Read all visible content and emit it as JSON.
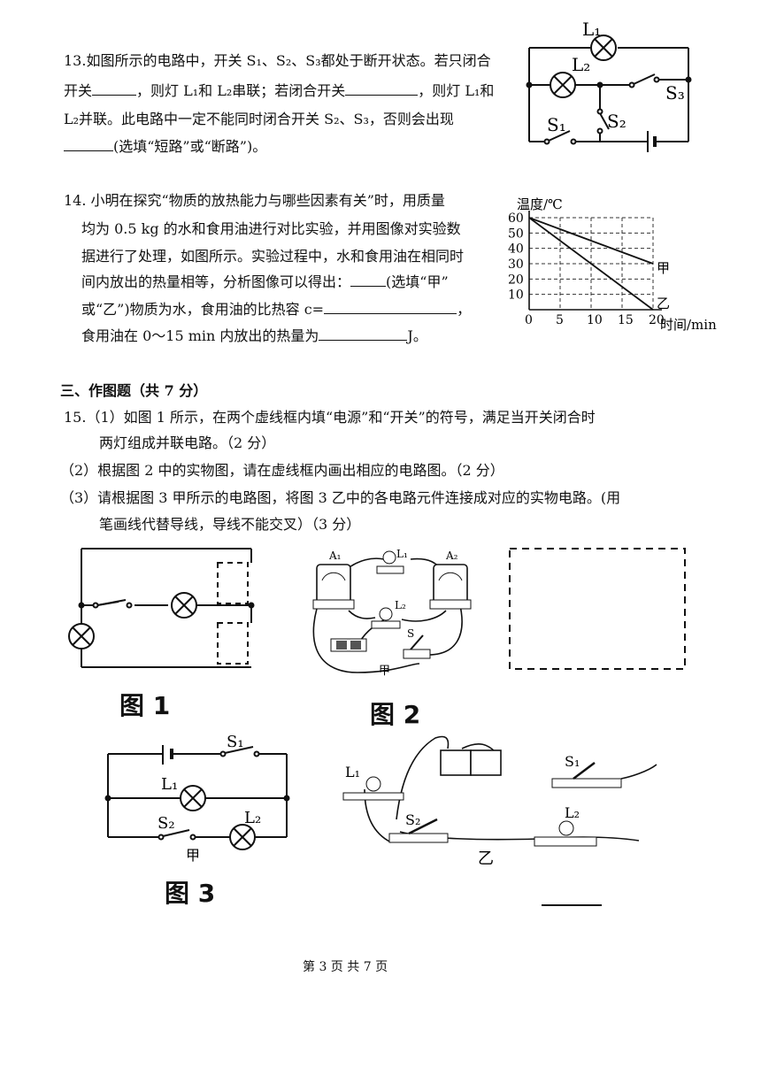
{
  "q13": {
    "line1": "13.如图所示的电路中，开关 S₁、S₂、S₃都处于断开状态。若只闭合",
    "line2a": "开关",
    "line2b": "，则灯 L₁和 L₂串联；若闭合开关",
    "line2c": "，则灯 L₁和",
    "line3": "L₂并联。此电路中一定不能同时闭合开关 S₂、S₃，否则会出现",
    "line4": "(选填“短路”或“断路”)。",
    "figure": {
      "l1": "L₁",
      "l2": "L₂",
      "s1": "S₁",
      "s2": "S₂",
      "s3": "S₃"
    }
  },
  "q14": {
    "line1": "14.  小明在探究“物质的放热能力与哪些因素有关”时，用质量",
    "line2": "均为 0.5 kg 的水和食用油进行对比实验，并用图像对实验数",
    "line3": "据进行了处理，如图所示。实验过程中，水和食用油在相同时",
    "line4a": "间内放出的热量相等，分析图像可以得出：",
    "line4b": "(选填“甲”",
    "line5a": "或“乙”)物质为水，食用油的比热容 c=",
    "line5b": "，",
    "line6a": "食用油在 0～15 min 内放出的热量为",
    "line6b": "J。"
  },
  "chart_data": {
    "type": "line",
    "ylabel": "温度/℃",
    "xlabel": "时间/min",
    "x_ticks": [
      "0",
      "5",
      "10",
      "15",
      "20"
    ],
    "y_ticks": [
      "10",
      "20",
      "30",
      "40",
      "50",
      "60"
    ],
    "xlim": [
      0,
      20
    ],
    "ylim": [
      0,
      60
    ],
    "grid": true,
    "series": [
      {
        "name": "甲",
        "x": [
          0,
          20
        ],
        "y": [
          60,
          30
        ]
      },
      {
        "name": "乙",
        "x": [
          0,
          20
        ],
        "y": [
          60,
          0
        ]
      }
    ]
  },
  "section3": {
    "title": "三、作图题（共 7 分）"
  },
  "q15": {
    "p1a": "15.（1）如图 1 所示，在两个虚线框内填“电源”和“开关”的符号，满足当开关闭合时",
    "p1b": "两灯组成并联电路。（2 分）",
    "p2": "（2）根据图 2 中的实物图，请在虚线框内画出相应的电路图。（2 分）",
    "p3a": "（3）请根据图 3 甲所示的电路图，将图 3 乙中的各电路元件连接成对应的实物电路。(用",
    "p3b": "笔画线代替导线，导线不能交叉）（3 分）"
  },
  "fig1": {
    "caption": "图 1"
  },
  "fig2": {
    "caption": "图 2",
    "a1": "A₁",
    "a2": "A₂",
    "l1": "L₁",
    "l2": "L₂",
    "s": "S",
    "jia": "甲"
  },
  "fig3": {
    "caption": "图 3",
    "s1": "S₁",
    "s2": "S₂",
    "l1": "L₁",
    "l2": "L₂",
    "jia": "甲",
    "yi": "乙"
  },
  "footer": {
    "page": "第 3 页 共 7 页"
  }
}
